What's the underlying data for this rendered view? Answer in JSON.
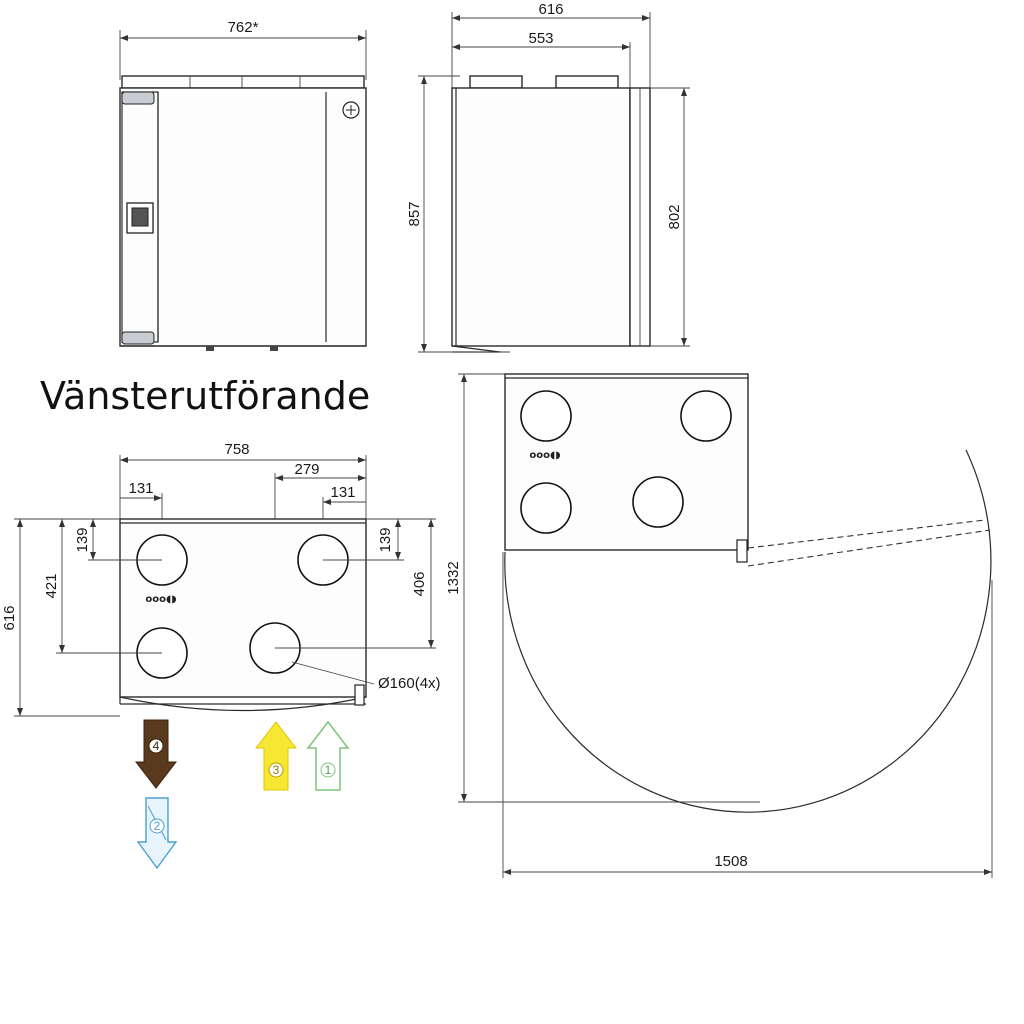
{
  "title": "Vänsterutförande",
  "front_view": {
    "width": "762*"
  },
  "side_view": {
    "depth_outer": "616",
    "depth_inner": "553",
    "height_total": "857",
    "height_body": "802"
  },
  "top_view": {
    "width": "758",
    "offset_right": "279",
    "spigot_left_x": "131",
    "spigot_right_x": "131",
    "spigot_left_y": "139",
    "spigot_right_y": "139",
    "lower_left_y": "421",
    "lower_right_y": "406",
    "depth": "616",
    "diameter": "Ø160(4x)"
  },
  "arrows": [
    {
      "number": "4",
      "color": "#5a3a1e"
    },
    {
      "number": "2",
      "color": "#4a9fd0"
    },
    {
      "number": "3",
      "color": "#f4e21c"
    },
    {
      "number": "1",
      "color": "#7cc47a"
    }
  ],
  "door_swing": {
    "width": "1508",
    "height": "1332"
  }
}
